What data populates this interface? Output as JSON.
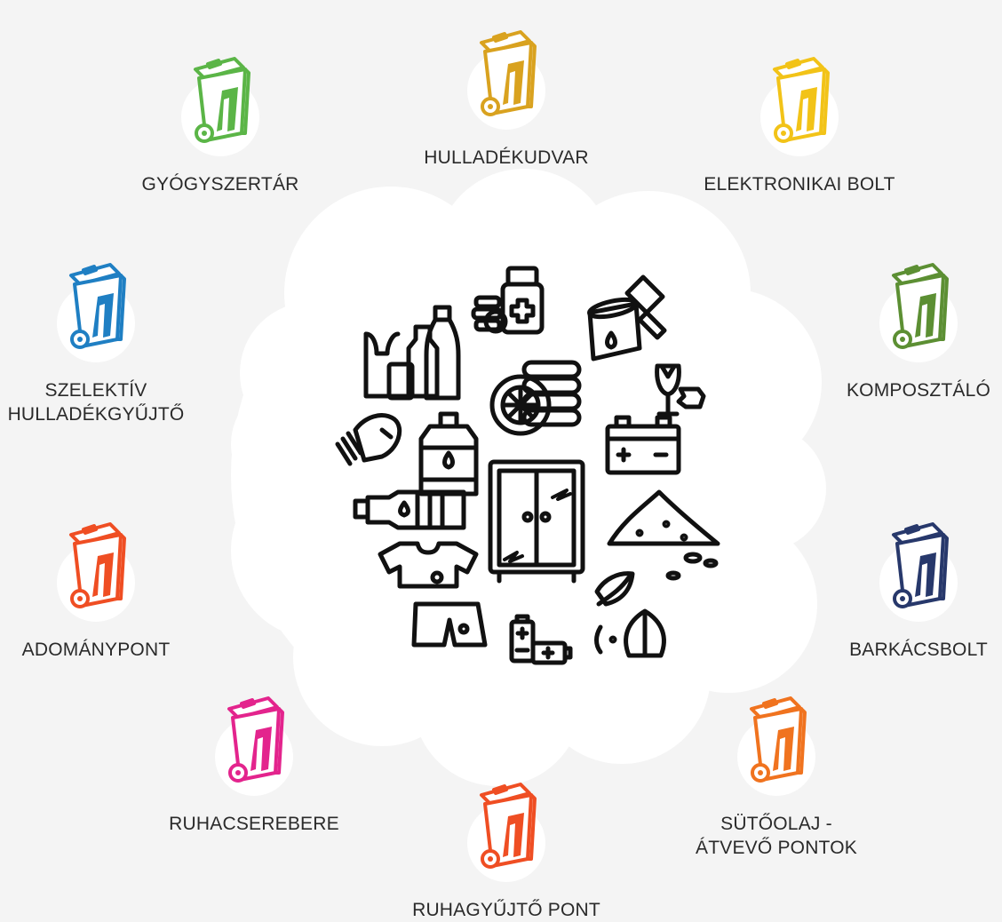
{
  "bins": [
    {
      "id": "gyogyszertar",
      "label": "GYÓGYSZERTÁR",
      "color": "#5bb547"
    },
    {
      "id": "hulladekudvar",
      "label": "HULLADÉKUDVAR",
      "color": "#d9a21f"
    },
    {
      "id": "elektronikai-bolt",
      "label": "ELEKTRONIKAI BOLT",
      "color": "#f2c318"
    },
    {
      "id": "szelektiv",
      "label": "SZELEKTÍV\nHULLADÉKGYŰJTŐ",
      "color": "#1f7fc3"
    },
    {
      "id": "komposztalo",
      "label": "KOMPOSZTÁLÓ",
      "color": "#5c8f33"
    },
    {
      "id": "adomanypont",
      "label": "ADOMÁNYPONT",
      "color": "#ef4e23"
    },
    {
      "id": "barkacsbolt",
      "label": "BARKÁCSBOLT",
      "color": "#27386b"
    },
    {
      "id": "ruhacserebere",
      "label": "RUHACSEREBERE",
      "color": "#e3248d"
    },
    {
      "id": "sutoolaj",
      "label": "SÜTŐOLAJ -\nÁTVEVŐ PONTOK",
      "color": "#f0731f"
    },
    {
      "id": "ruhagyujto",
      "label": "RUHAGYŰJTŐ PONT",
      "color": "#ef4e23"
    }
  ],
  "icons": [
    "medicine-bottle-icon",
    "paint-bucket-icon",
    "plastic-bottles-icon",
    "tires-icon",
    "broken-glass-icon",
    "light-bulb-icon",
    "water-jug-icon",
    "car-battery-icon",
    "wardrobe-icon",
    "sand-pile-icon",
    "plastic-bottle-icon",
    "clothes-icon",
    "batteries-icon",
    "leaves-icon"
  ]
}
